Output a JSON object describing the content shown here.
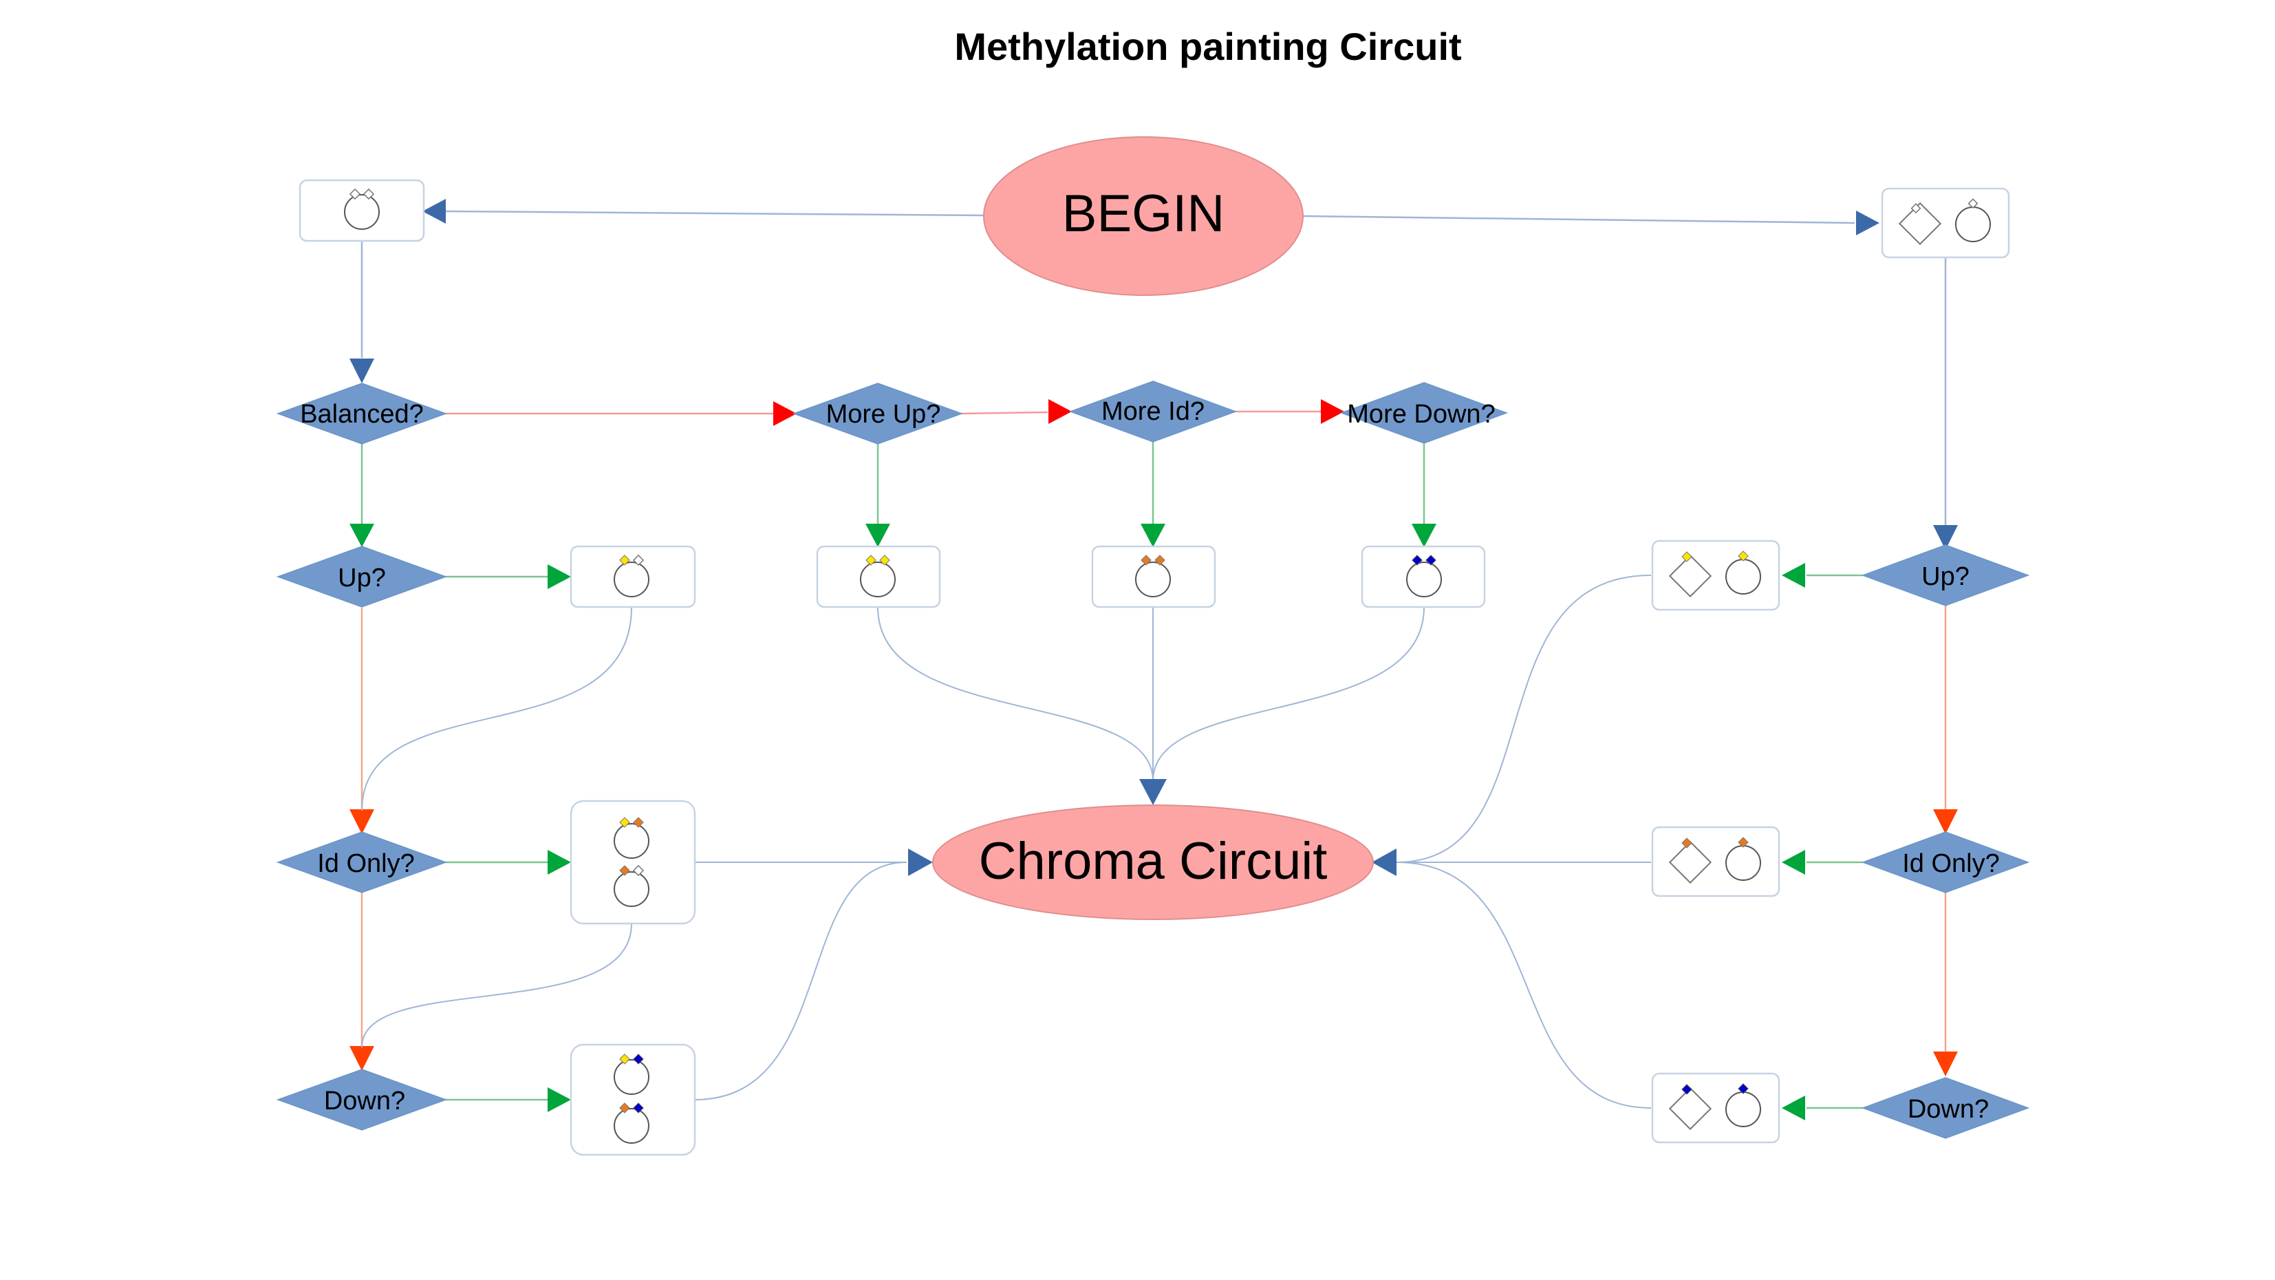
{
  "title": "Methylation painting Circuit",
  "begin_label": "BEGIN",
  "chroma_label": "Chroma Circuit",
  "colors": {
    "ellipse_fill": "#fda5a5",
    "diamond_fill": "#7199cc",
    "edge_blue": "#3c6aa8",
    "edge_red": "#ff0000",
    "edge_orange": "#ff4000",
    "edge_green": "#00a53c",
    "mark_yellow": "#ffe400",
    "mark_orange": "#e77a20",
    "mark_blue": "#0000cc",
    "mark_white": "#ffffff"
  },
  "decisions": {
    "balanced": "Balanced?",
    "more_up": "More Up?",
    "more_id": "More Id?",
    "more_down": "More Down?",
    "left_up": "Up?",
    "left_id_only": "Id Only?",
    "left_down": "Down?",
    "right_up": "Up?",
    "right_id_only": "Id Only?",
    "right_down": "Down?"
  }
}
